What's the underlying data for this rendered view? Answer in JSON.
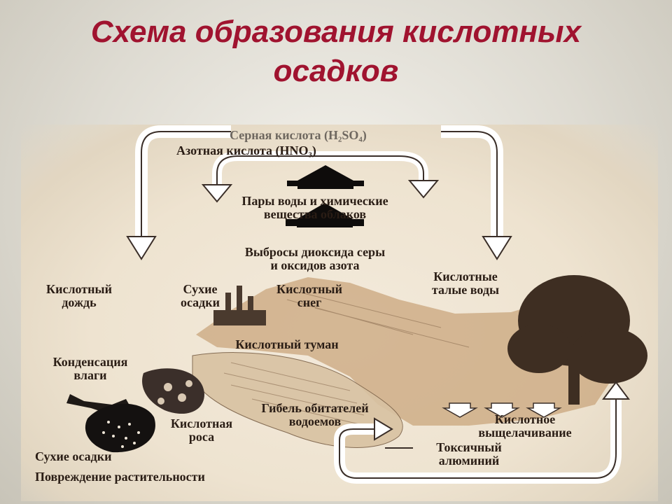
{
  "slide": {
    "title_line1": "Схема образования кислотных",
    "title_line2": "осадков"
  },
  "diagram": {
    "sulfuric_acid": "Серная кислота (H₂SO₄)",
    "nitric_acid": "Азотная кислота (HNO₃)",
    "water_vapor_line1": "Пары воды и химические",
    "water_vapor_line2": "вещества облаков",
    "emissions_line1": "Выбросы диоксида серы",
    "emissions_line2": "и оксидов азота",
    "acid_rain_line1": "Кислотный",
    "acid_rain_line2": "дождь",
    "dry_deposits_line1": "Сухие",
    "dry_deposits_line2": "осадки",
    "acid_snow_line1": "Кислотный",
    "acid_snow_line2": "снег",
    "acid_meltwater_line1": "Кислотные",
    "acid_meltwater_line2": "талые воды",
    "acid_fog": "Кислотный туман",
    "condensation_line1": "Конденсация",
    "condensation_line2": "влаги",
    "death_line1": "Гибель обитателей",
    "death_line2": "водоемов",
    "acid_dew_line1": "Кислотная",
    "acid_dew_line2": "роса",
    "leaching_line1": "Кислотное",
    "leaching_line2": "выщелачивание",
    "toxic_al_line1": "Токсичный",
    "toxic_al_line2": "алюминий",
    "dry_deposits_bottom": "Сухие осадки",
    "plant_damage": "Повреждение растительности"
  }
}
